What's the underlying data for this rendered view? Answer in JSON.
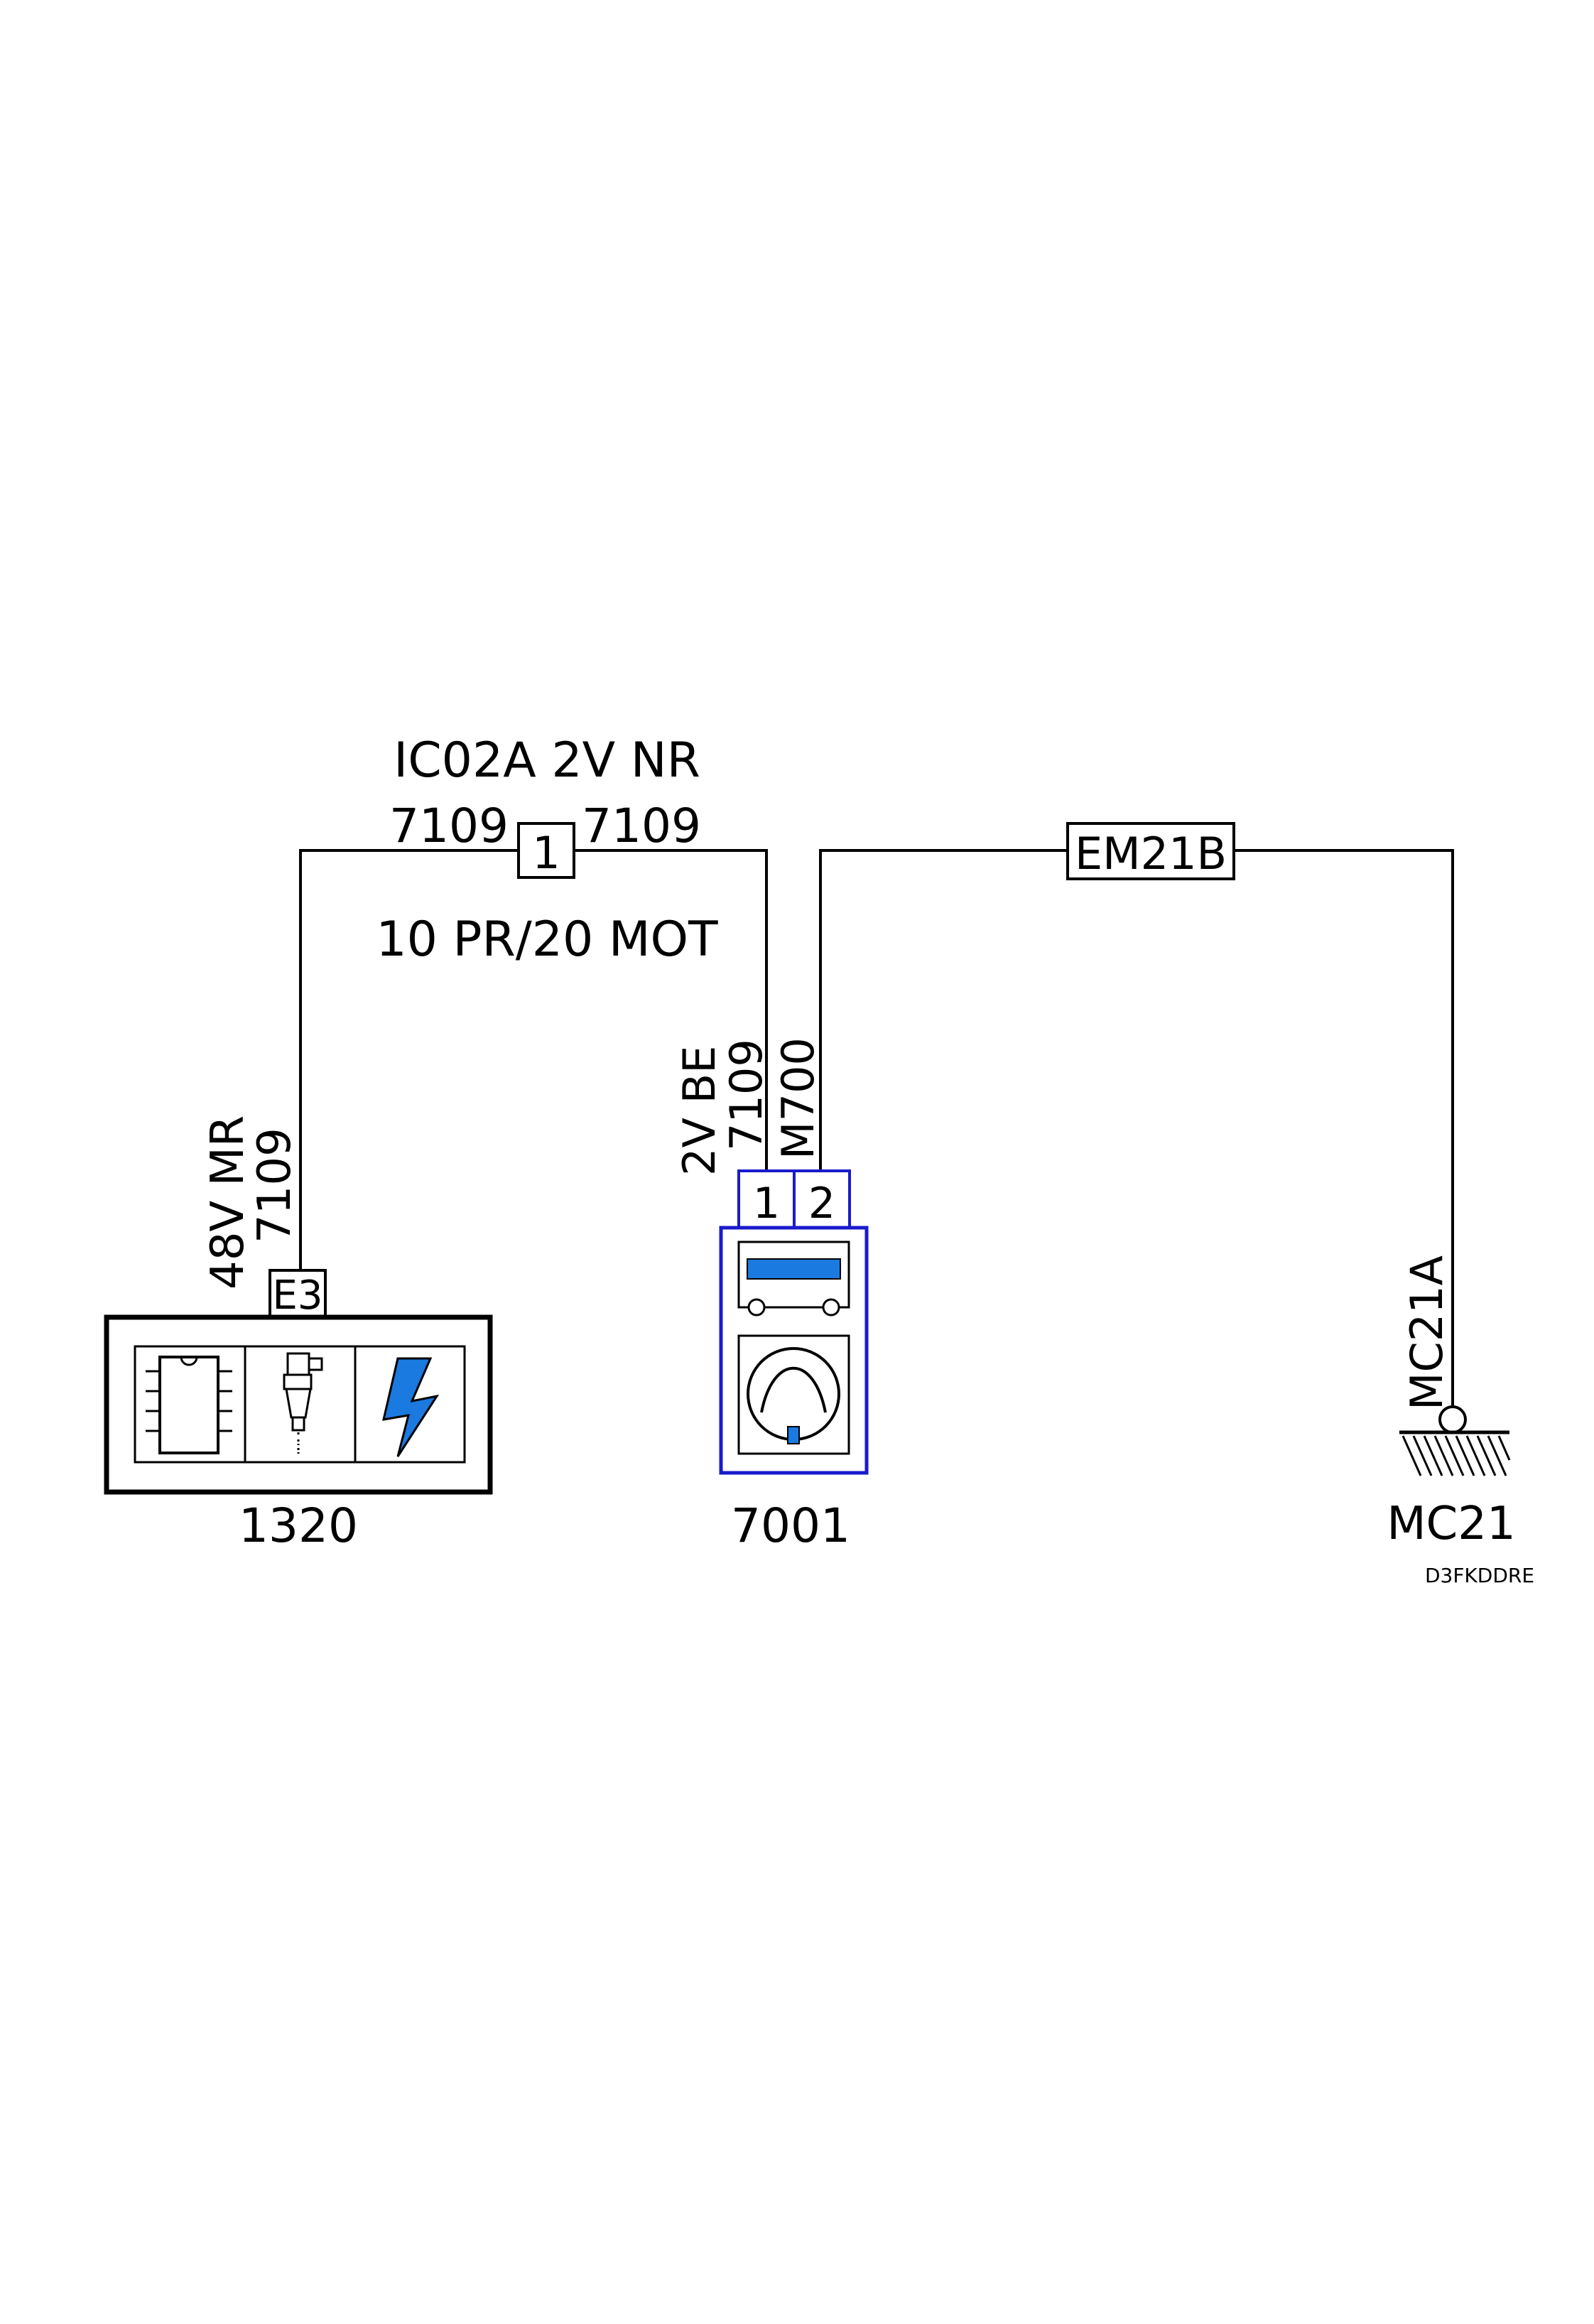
{
  "connector_ic02a": {
    "header": "IC02A 2V NR",
    "wire_left": "7109",
    "pin": "1",
    "wire_right": "7109",
    "footer": "10 PR/20 MOT"
  },
  "component_1320": {
    "id": "1320",
    "connector": "E3",
    "connector_label": "48V MR",
    "wire": "7109",
    "icons": [
      "ic-chip-icon",
      "injector-icon",
      "lightning-bolt-icon"
    ]
  },
  "component_7001": {
    "id": "7001",
    "pin_1": "1",
    "pin_2": "2",
    "connector_label": "2V BE",
    "wire_1": "7109",
    "wire_2": "M700",
    "icons": [
      "fuse-icon",
      "gauge-icon"
    ],
    "accent_color": "#1a1acc",
    "fill_color": "#1a7ae0"
  },
  "splice_em21b": {
    "label": "EM21B"
  },
  "ground_mc21": {
    "id": "MC21",
    "wire": "MC21A",
    "icon": "ground-icon"
  },
  "reference_code": "D3FKDDRE"
}
